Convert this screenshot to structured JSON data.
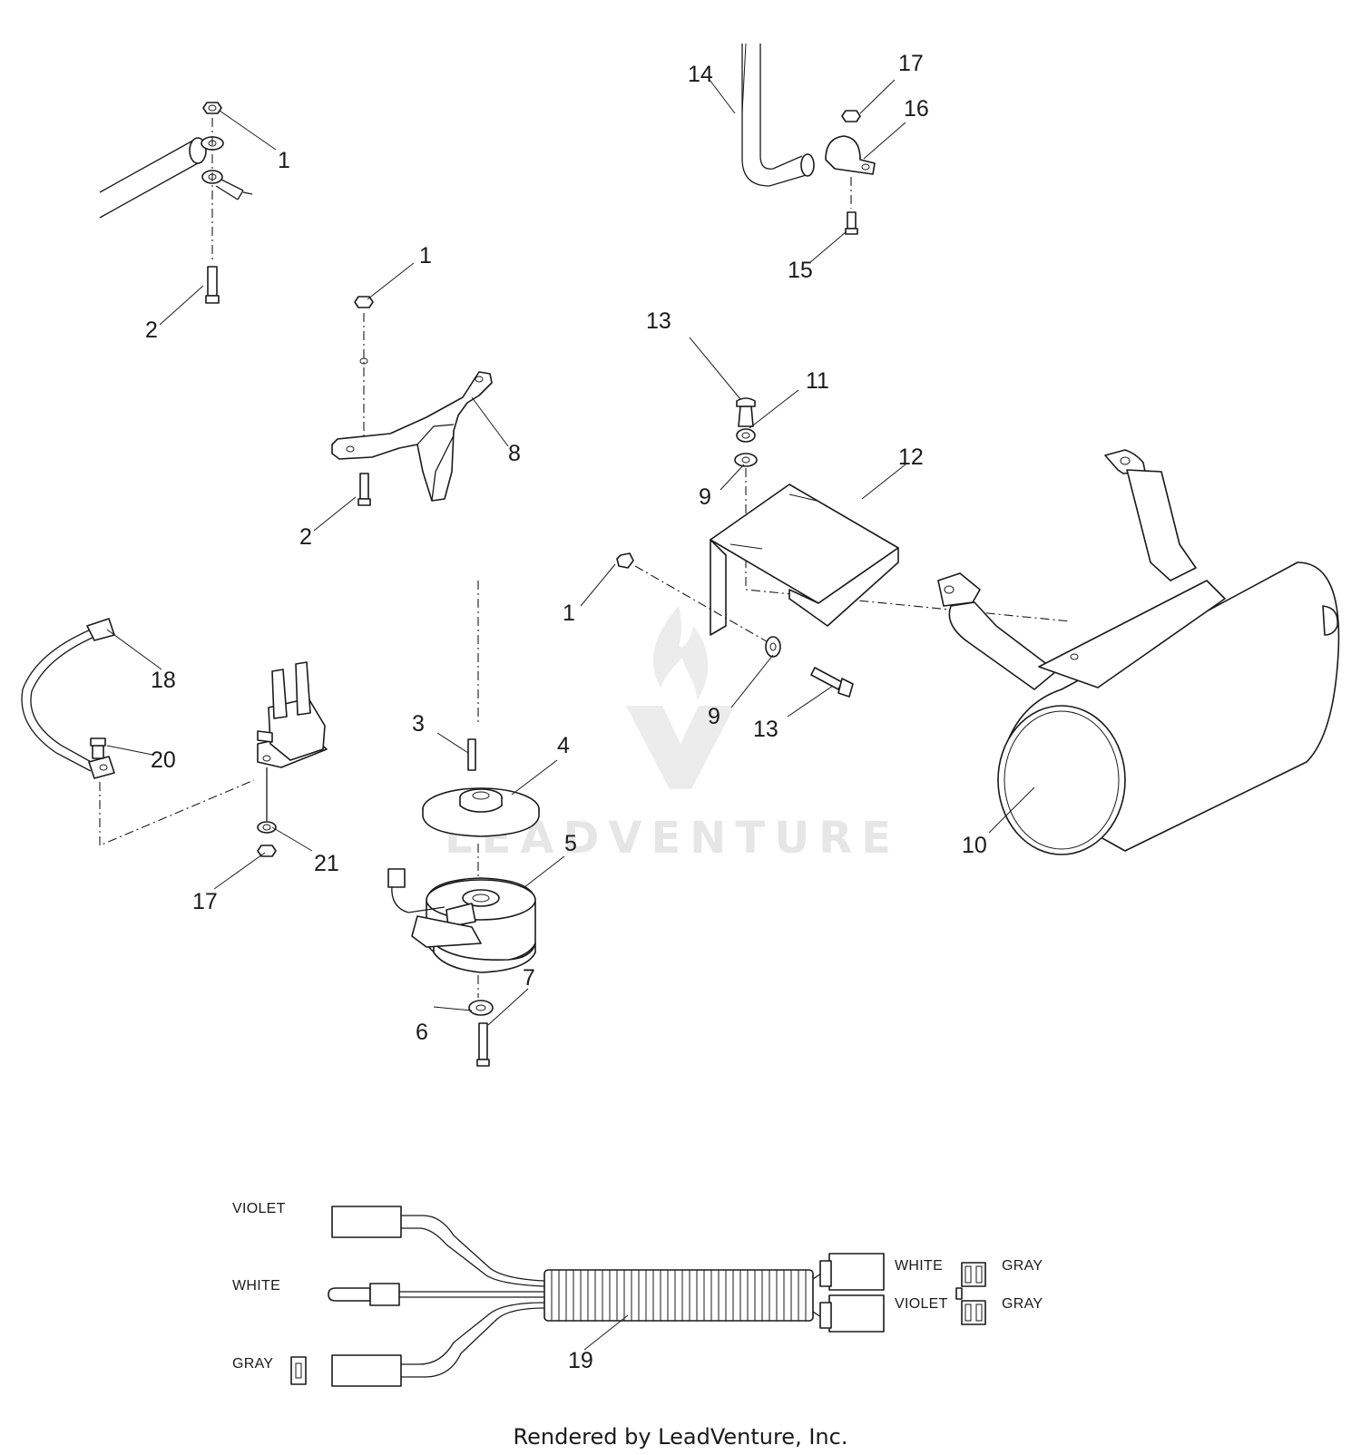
{
  "watermark": {
    "text": "LEADVENTURE"
  },
  "footer": {
    "text": "Rendered by LeadVenture, Inc."
  },
  "callouts": {
    "c1a": "1",
    "c1b": "1",
    "c1c": "1",
    "c2a": "2",
    "c2b": "2",
    "c3": "3",
    "c4": "4",
    "c5": "5",
    "c6": "6",
    "c7": "7",
    "c8": "8",
    "c9a": "9",
    "c9b": "9",
    "c10": "10",
    "c11": "11",
    "c12": "12",
    "c13a": "13",
    "c13b": "13",
    "c14": "14",
    "c15": "15",
    "c16": "16",
    "c17a": "17",
    "c17b": "17",
    "c18": "18",
    "c19": "19",
    "c20": "20",
    "c21": "21"
  },
  "harness": {
    "left_violet": "VIOLET",
    "left_white": "WHITE",
    "left_gray": "GRAY",
    "right_white": "WHITE",
    "right_violet": "VIOLET",
    "right_gray_top": "GRAY",
    "right_gray_bottom": "GRAY"
  }
}
